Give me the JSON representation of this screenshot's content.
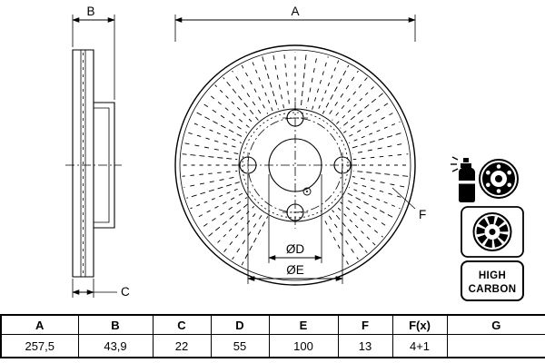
{
  "drawing": {
    "dim_labels": {
      "a": "A",
      "b": "B",
      "c": "C",
      "d": "ØD",
      "e": "ØE",
      "f": "F"
    }
  },
  "badges": {
    "high_carbon": [
      "HIGH",
      "CARBON"
    ]
  },
  "table": {
    "headers": [
      "A",
      "B",
      "C",
      "D",
      "E",
      "F",
      "F(x)",
      "G"
    ],
    "values": [
      "257,5",
      "43,9",
      "22",
      "55",
      "100",
      "13",
      "4+1",
      ""
    ]
  },
  "colors": {
    "line": "#000000",
    "background": "#ffffff"
  }
}
